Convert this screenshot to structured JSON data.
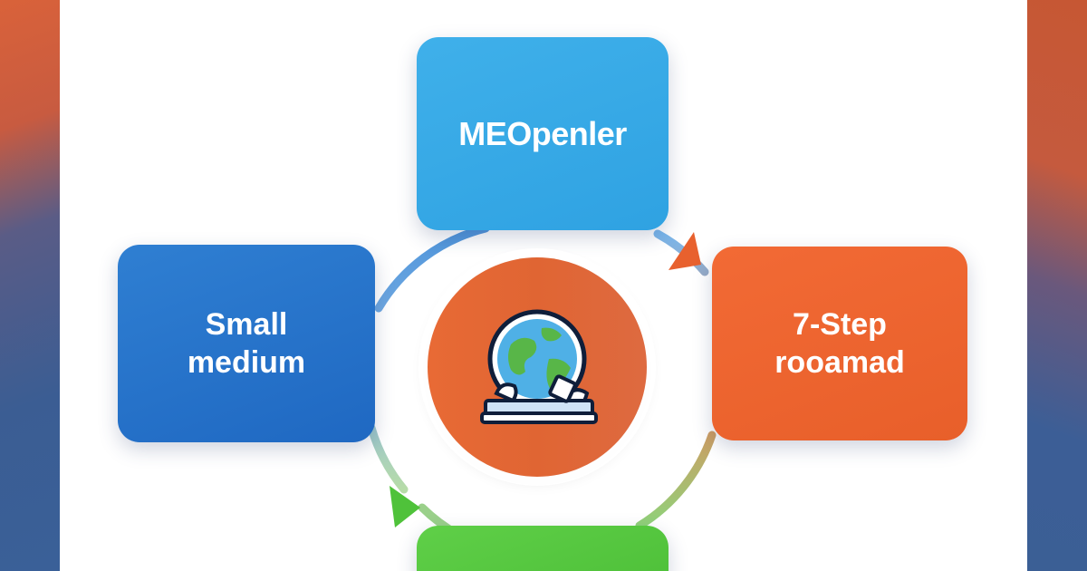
{
  "nodes": {
    "top": {
      "label": "MEOpenler",
      "color": "#35a8e6"
    },
    "left": {
      "label": "Small\nmedium",
      "color": "#2a74cb"
    },
    "right": {
      "label": "7-Step\nrooamad",
      "color": "#ee6530"
    },
    "bottom": {
      "label": "",
      "color": "#55c840"
    }
  },
  "hub": {
    "icon": "globe-icon",
    "color": "#e46834"
  },
  "arrows": {
    "right_color": "#e8612e",
    "left_color": "#4fc23a",
    "ring_colors": [
      "#3f8fd8",
      "#e8652f",
      "#4fc23a"
    ]
  }
}
